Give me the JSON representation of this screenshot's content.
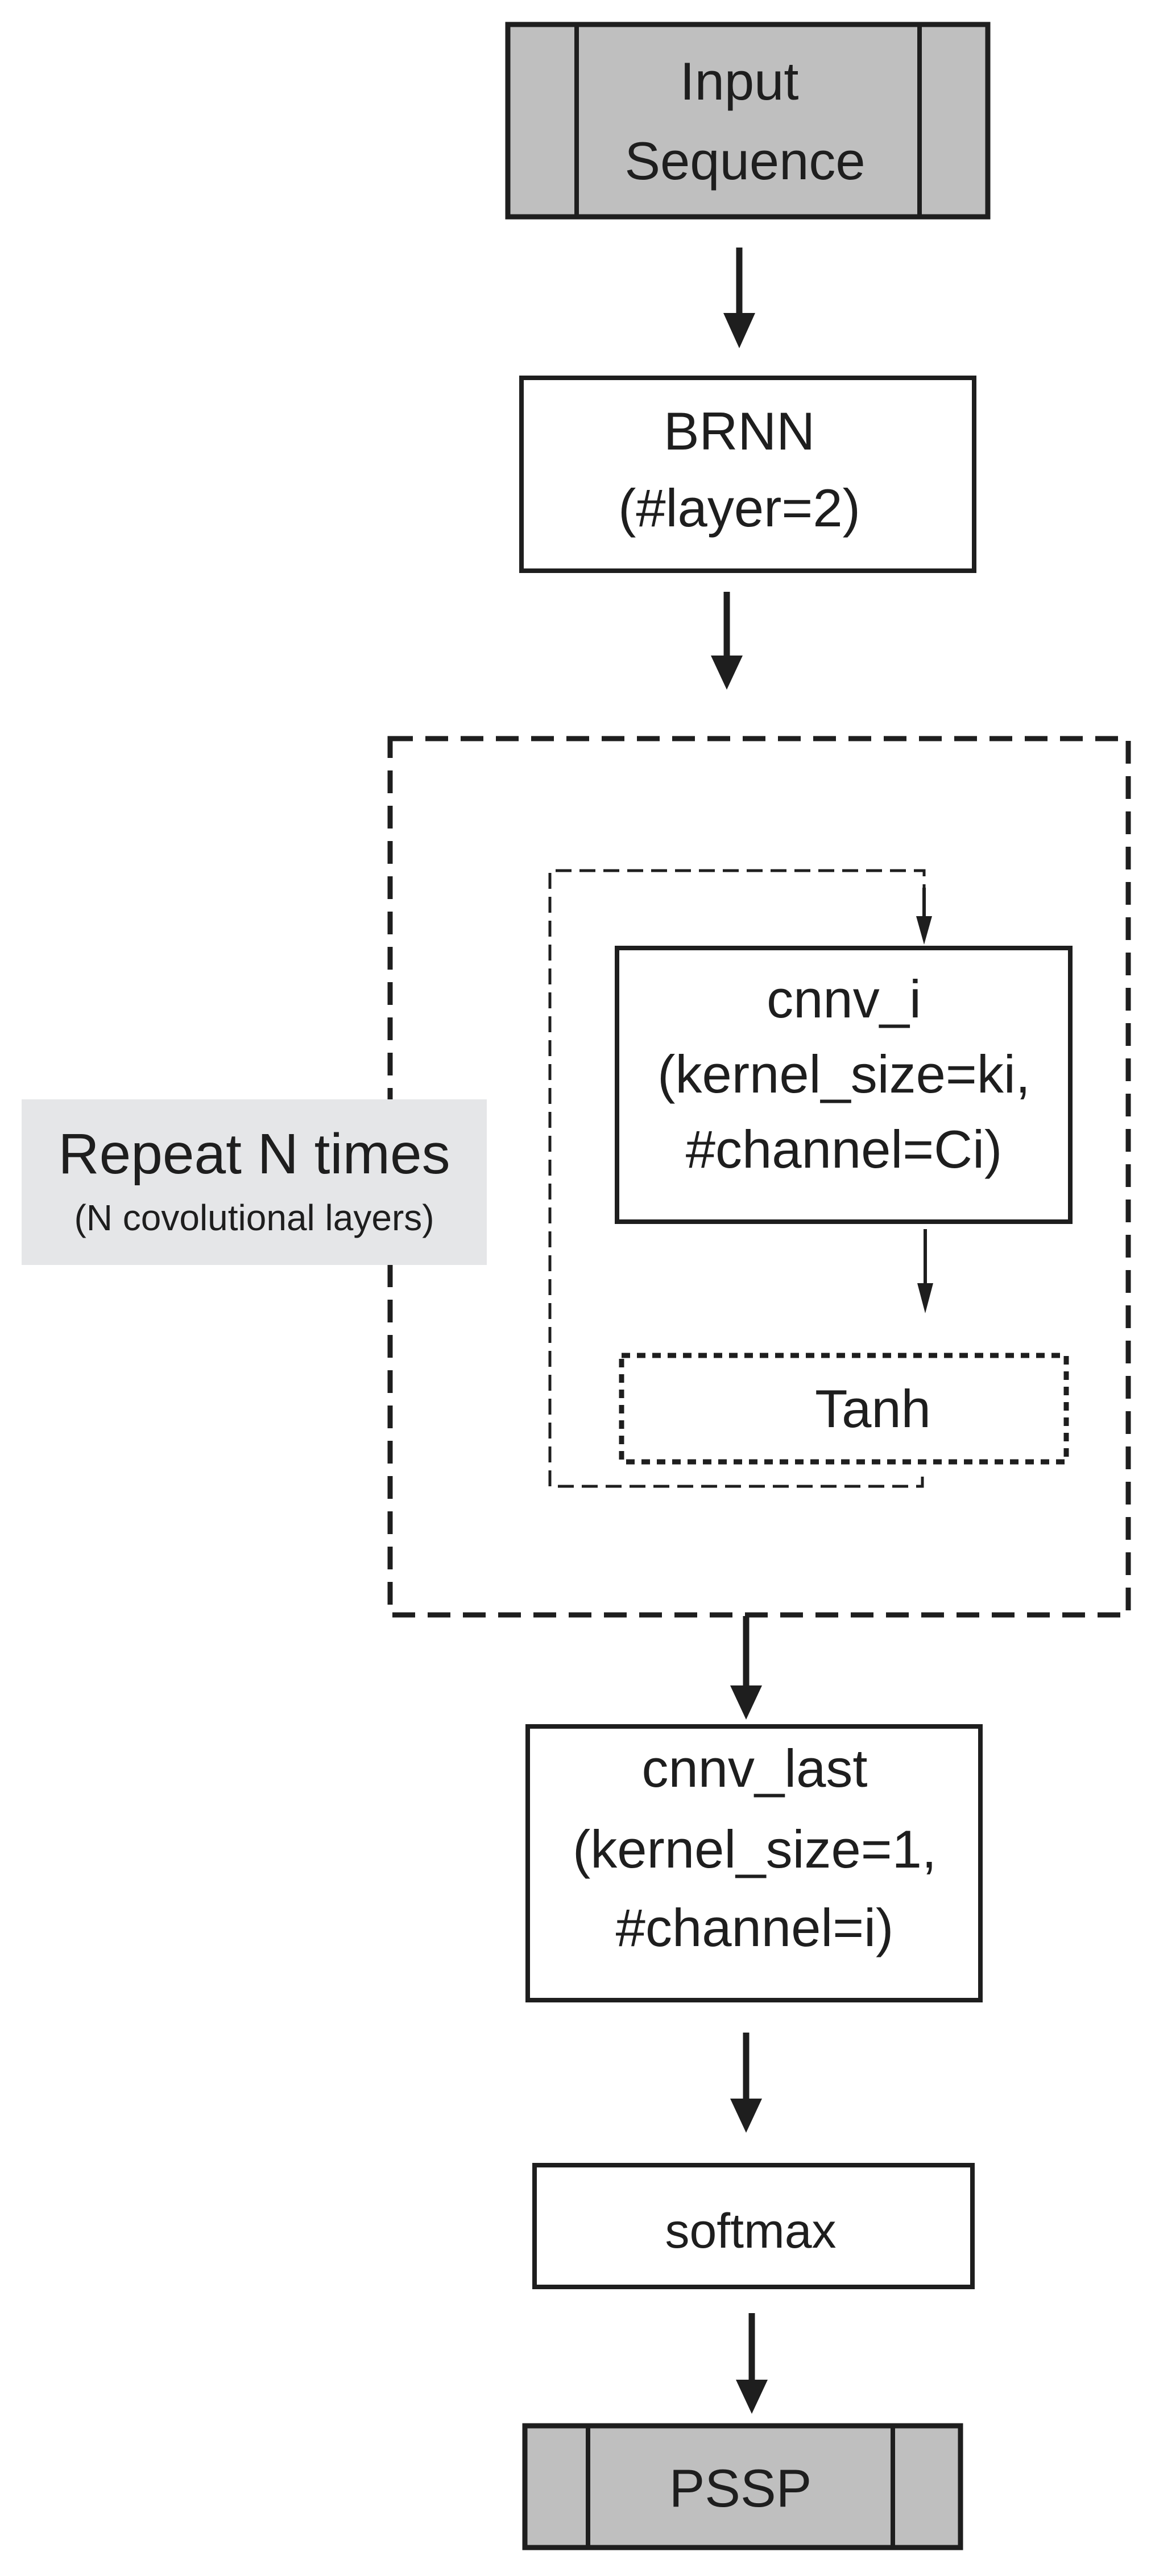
{
  "diagram": {
    "input_line1": "Input",
    "input_line2": "Sequence",
    "brnn_line1": "BRNN",
    "brnn_line2": "(#layer=2)",
    "repeat_line1": "Repeat N times",
    "repeat_line2": "(N  covolutional layers)",
    "cnnv_i_line1": "cnnv_i",
    "cnnv_i_line2": "(kernel_size=ki,",
    "cnnv_i_line3": "#channel=Ci)",
    "tanh": "Tanh",
    "cnnv_last_line1": "cnnv_last",
    "cnnv_last_line2": "(kernel_size=1,",
    "cnnv_last_line3": "#channel=i)",
    "softmax": "softmax",
    "output": "PSSP"
  },
  "colors": {
    "io_fill": "#bfbfbf",
    "stroke": "#1e1e1e",
    "label_bg": "#e5e6e8"
  }
}
